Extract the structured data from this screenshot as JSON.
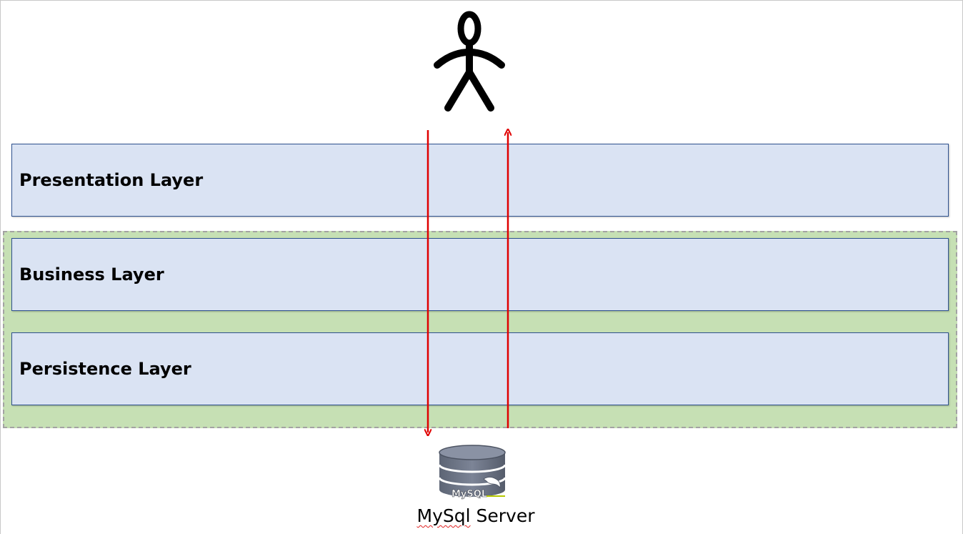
{
  "layers": {
    "presentation": {
      "label": "Presentation Layer"
    },
    "business": {
      "label": "Business Layer"
    },
    "persistence": {
      "label": "Persistence Layer"
    }
  },
  "database": {
    "caption_part1": "MySql",
    "caption_part2": " Server",
    "logo_text": "MySQL",
    "icon": "database-cylinder-icon"
  },
  "actor": {
    "icon": "stick-figure-user-icon"
  },
  "arrows": [
    {
      "name": "request-arrow",
      "direction": "down",
      "color": "#e00000"
    },
    {
      "name": "response-arrow",
      "direction": "up",
      "color": "#e00000"
    }
  ],
  "colors": {
    "layer_fill": "#dae3f3",
    "layer_border": "#2f528f",
    "group_fill": "#c6e0b4",
    "group_border": "#a3a3a3",
    "arrow": "#e00000",
    "db_body": "#6b7384"
  }
}
